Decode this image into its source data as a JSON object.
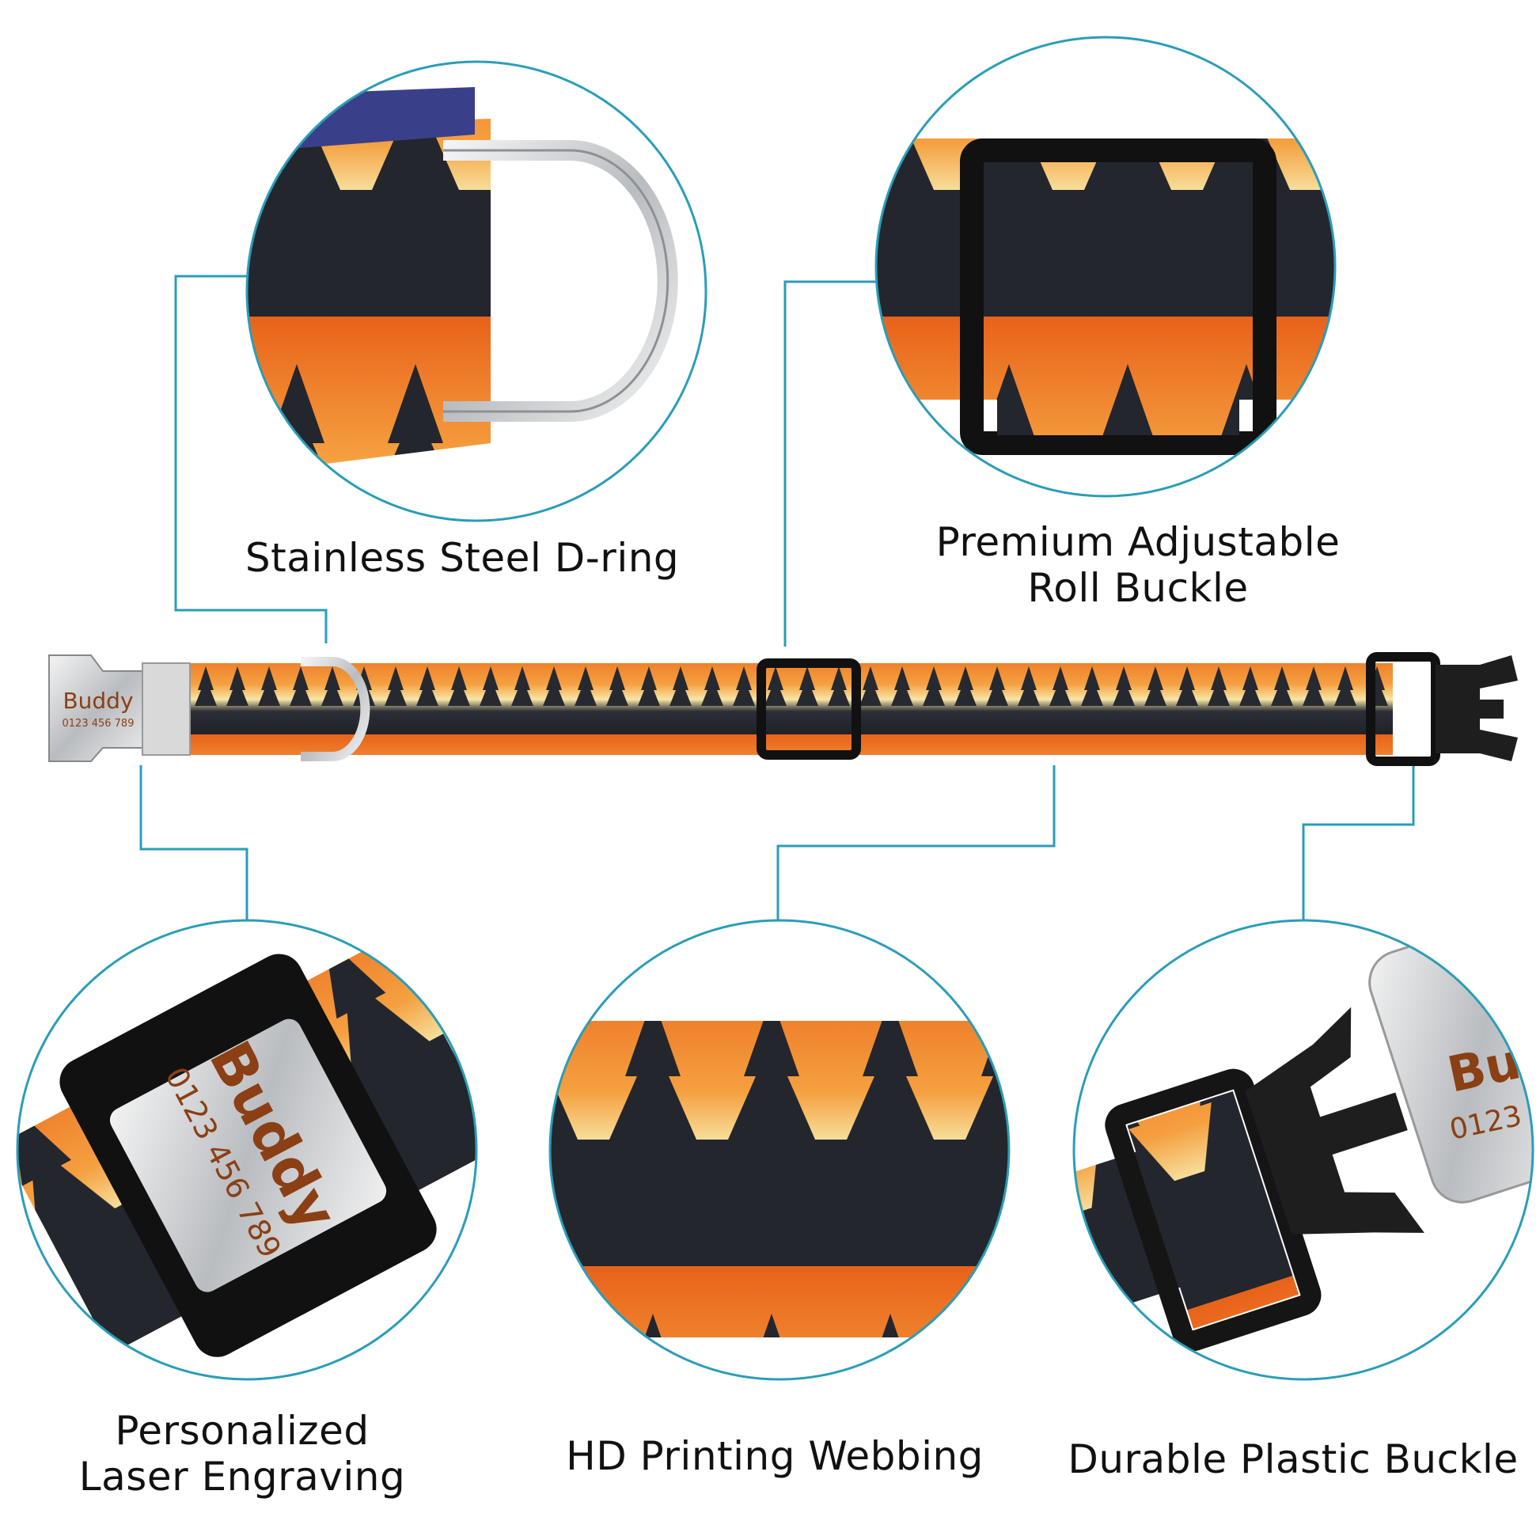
{
  "features": [
    {
      "id": "d-ring",
      "lines": [
        "Stainless Steel D-ring"
      ]
    },
    {
      "id": "roll-buckle",
      "lines": [
        "Premium Adjustable",
        "Roll Buckle"
      ]
    },
    {
      "id": "engraving",
      "lines": [
        "Personalized",
        "Laser Engraving"
      ]
    },
    {
      "id": "webbing",
      "lines": [
        "HD Printing Webbing"
      ]
    },
    {
      "id": "plastic-buckle",
      "lines": [
        "Durable Plastic Buckle"
      ]
    }
  ],
  "tag": {
    "name": "Buddy",
    "phone": "0123 456 789",
    "name_short": "Bu",
    "phone_short": "0123"
  },
  "colors": {
    "accent": "#2a9db8",
    "orange": "#f07a1e",
    "dark": "#23262d",
    "glow": "#f4e6a0"
  }
}
